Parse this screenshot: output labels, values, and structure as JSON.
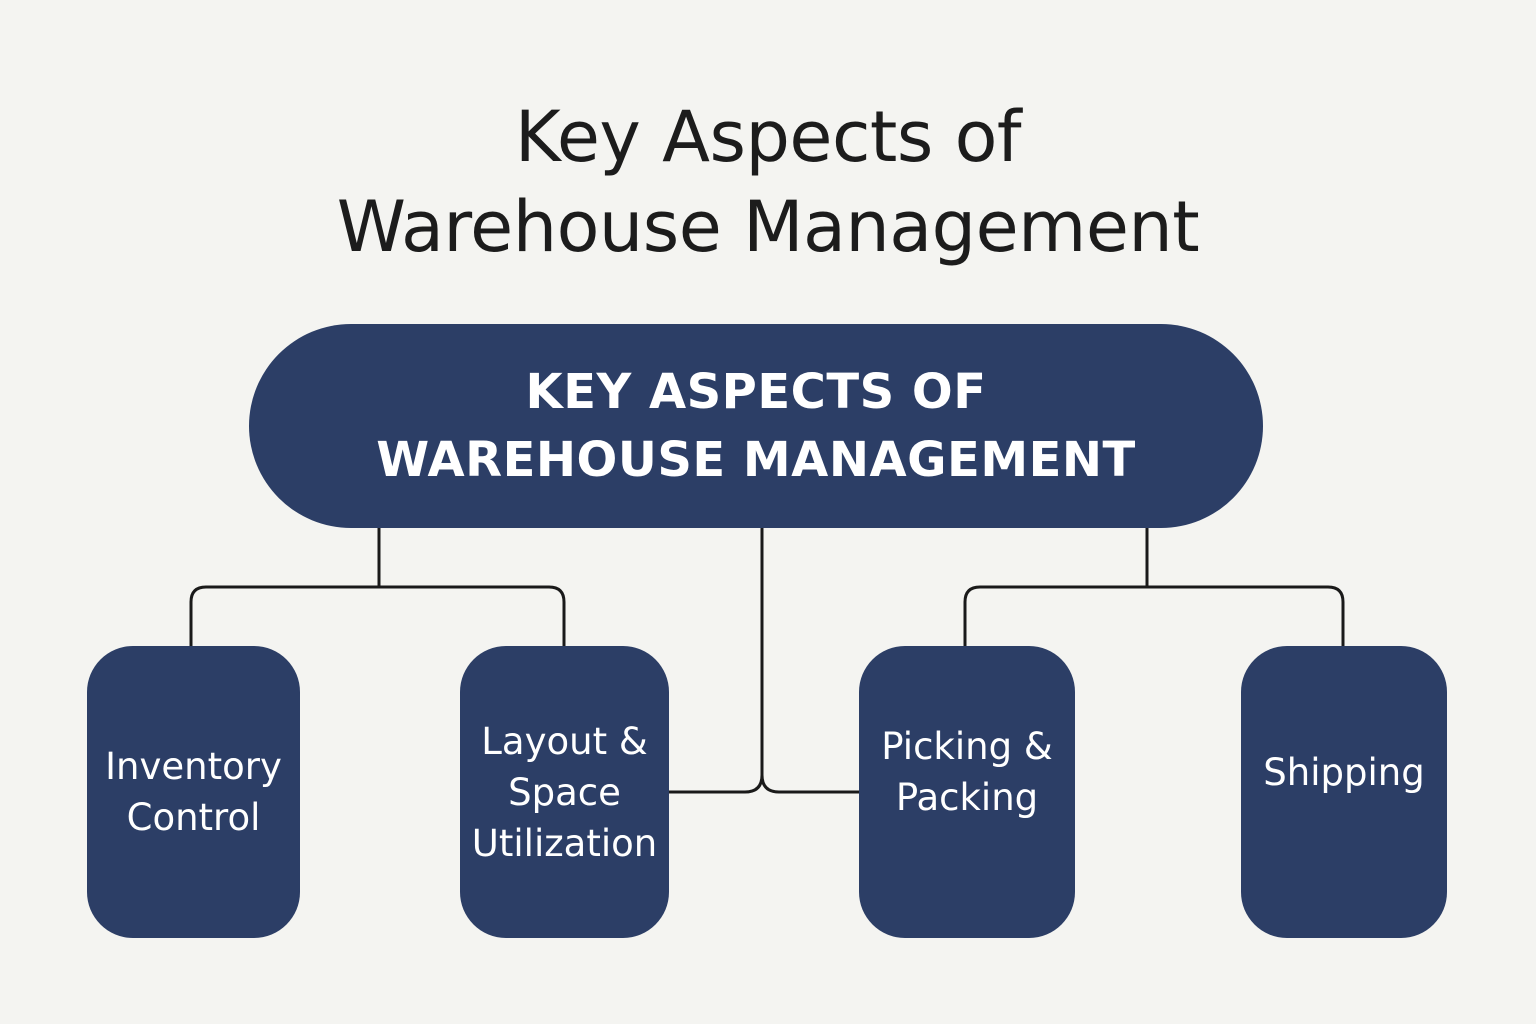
{
  "title": {
    "line1": "Key Aspects of",
    "line2": "Warehouse Management"
  },
  "root": {
    "line1": "KEY ASPECTS OF",
    "line2": "WAREHOUSE MANAGEMENT"
  },
  "children": [
    {
      "lines": [
        "Inventory",
        "Control"
      ]
    },
    {
      "lines": [
        "Layout &",
        "Space",
        "Utilization"
      ]
    },
    {
      "lines": [
        "Picking &",
        "Packing"
      ]
    },
    {
      "lines": [
        "Shipping"
      ]
    }
  ],
  "colors": {
    "background": "#f4f4f1",
    "node": "#2c3e66",
    "connector": "#1a1a1a",
    "title": "#1c1c1c"
  }
}
